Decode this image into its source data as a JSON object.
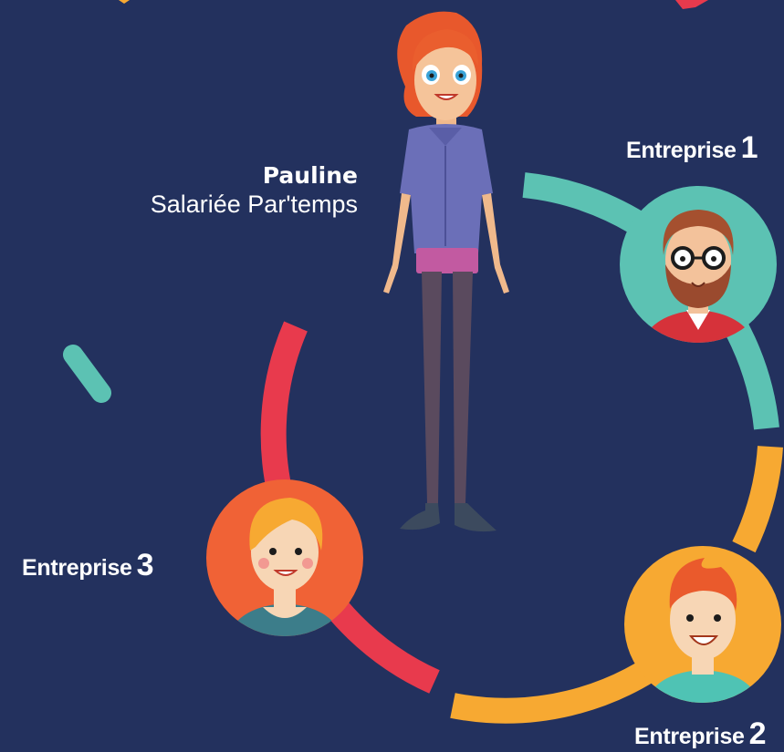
{
  "person": {
    "name": "Pauline",
    "role": "Salariée Par'temps"
  },
  "companies": [
    {
      "word": "Entreprise",
      "number": "1",
      "color": "#5cc2b3"
    },
    {
      "word": "Entreprise",
      "number": "2",
      "color": "#f7a932"
    },
    {
      "word": "Entreprise",
      "number": "3",
      "color": "#e83a4d"
    }
  ],
  "colors": {
    "background": "#23315e",
    "teal": "#5cc2b3",
    "orange": "#f7a932",
    "red": "#e83a4d",
    "coral": "#f06236"
  }
}
